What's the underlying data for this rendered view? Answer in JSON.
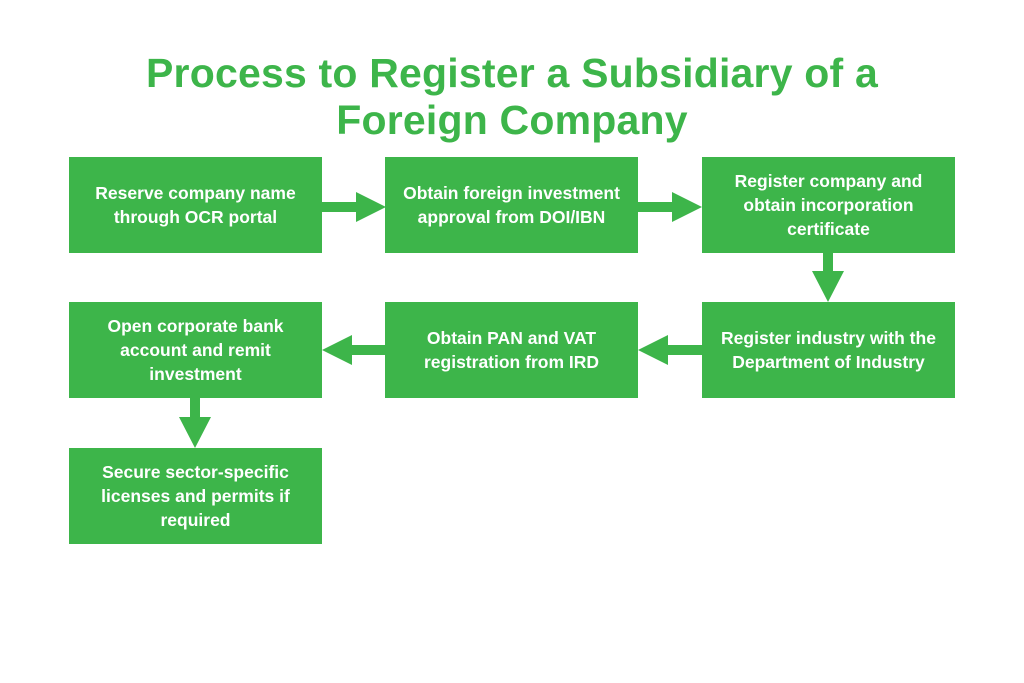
{
  "title": {
    "line1": "Process to Register a Subsidiary of a",
    "line2": "Foreign Company"
  },
  "colors": {
    "accent": "#3db54a",
    "box_text": "#ffffff",
    "background": "#ffffff"
  },
  "steps": [
    {
      "lines": [
        "Reserve company name",
        "through OCR portal"
      ]
    },
    {
      "lines": [
        "Obtain foreign investment",
        "approval from DOI/IBN"
      ]
    },
    {
      "lines": [
        "Register company and",
        "obtain incorporation",
        "certificate"
      ]
    },
    {
      "lines": [
        "Register industry with the",
        "Department of Industry"
      ]
    },
    {
      "lines": [
        "Obtain PAN and VAT",
        "registration from IRD"
      ]
    },
    {
      "lines": [
        "Open corporate bank",
        "account and remit",
        "investment"
      ]
    },
    {
      "lines": [
        "Secure sector-specific",
        "licenses and permits if",
        "required"
      ]
    }
  ]
}
